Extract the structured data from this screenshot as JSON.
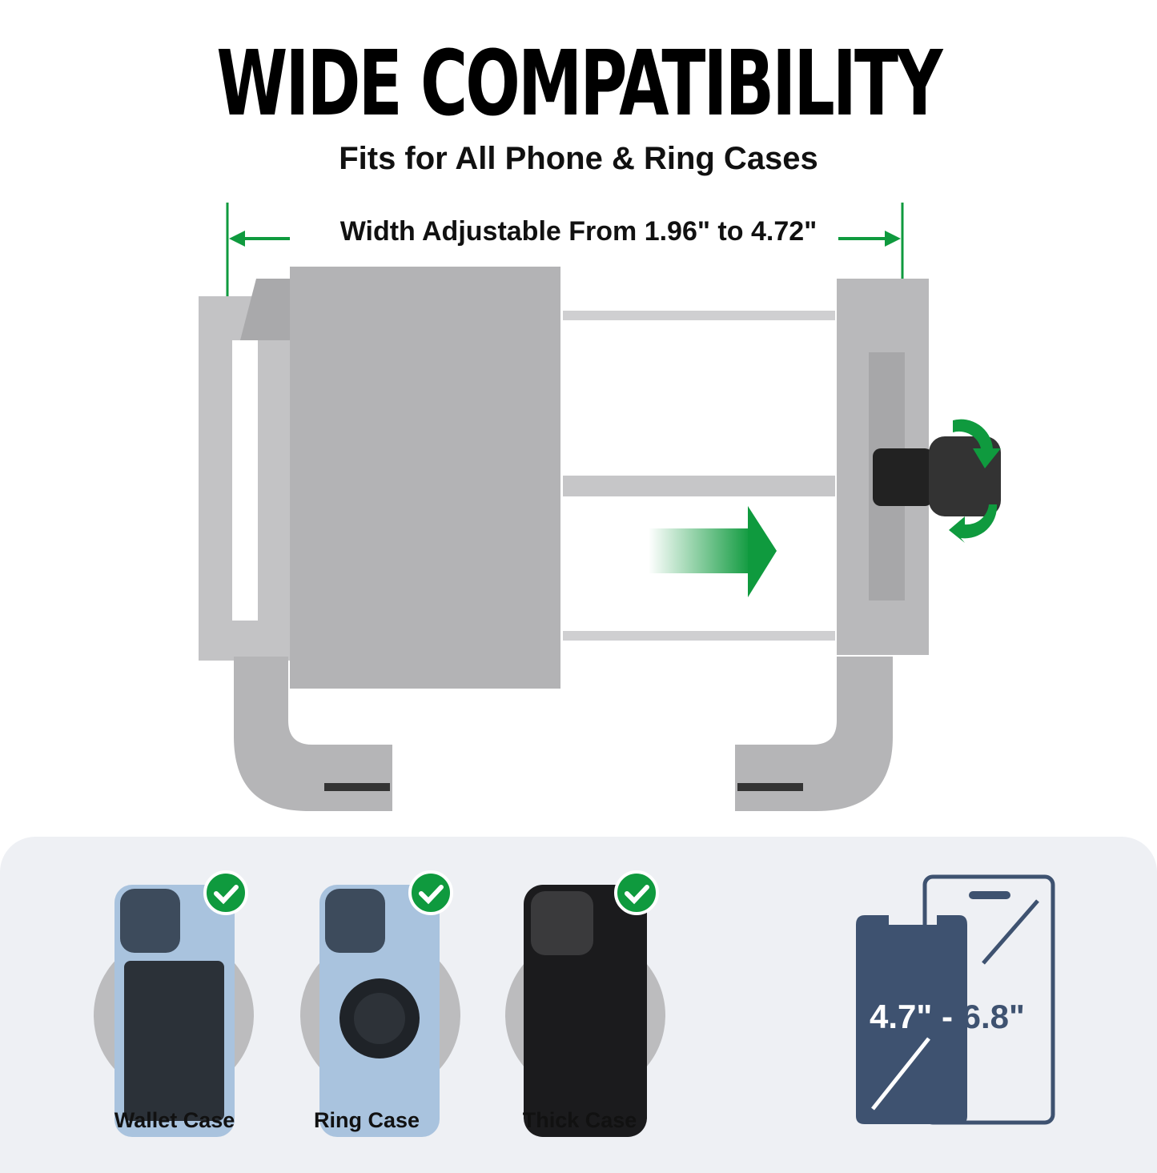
{
  "header": {
    "title": "WIDE COMPATIBILITY",
    "subtitle": "Fits for All Phone & Ring Cases"
  },
  "dimension": {
    "text": "Width Adjustable From 1.96\" to 4.72\""
  },
  "cases": [
    {
      "label": "Wallet Case"
    },
    {
      "label": "Ring Case"
    },
    {
      "label": "Thick Case"
    }
  ],
  "size_range": {
    "min": "4.7\"",
    "separator": " - ",
    "max": "6.8\""
  },
  "colors": {
    "accent": "#0f9a3e",
    "metal": "#b9b9bb",
    "navy": "#3e5270",
    "panel": "#eef0f4"
  }
}
